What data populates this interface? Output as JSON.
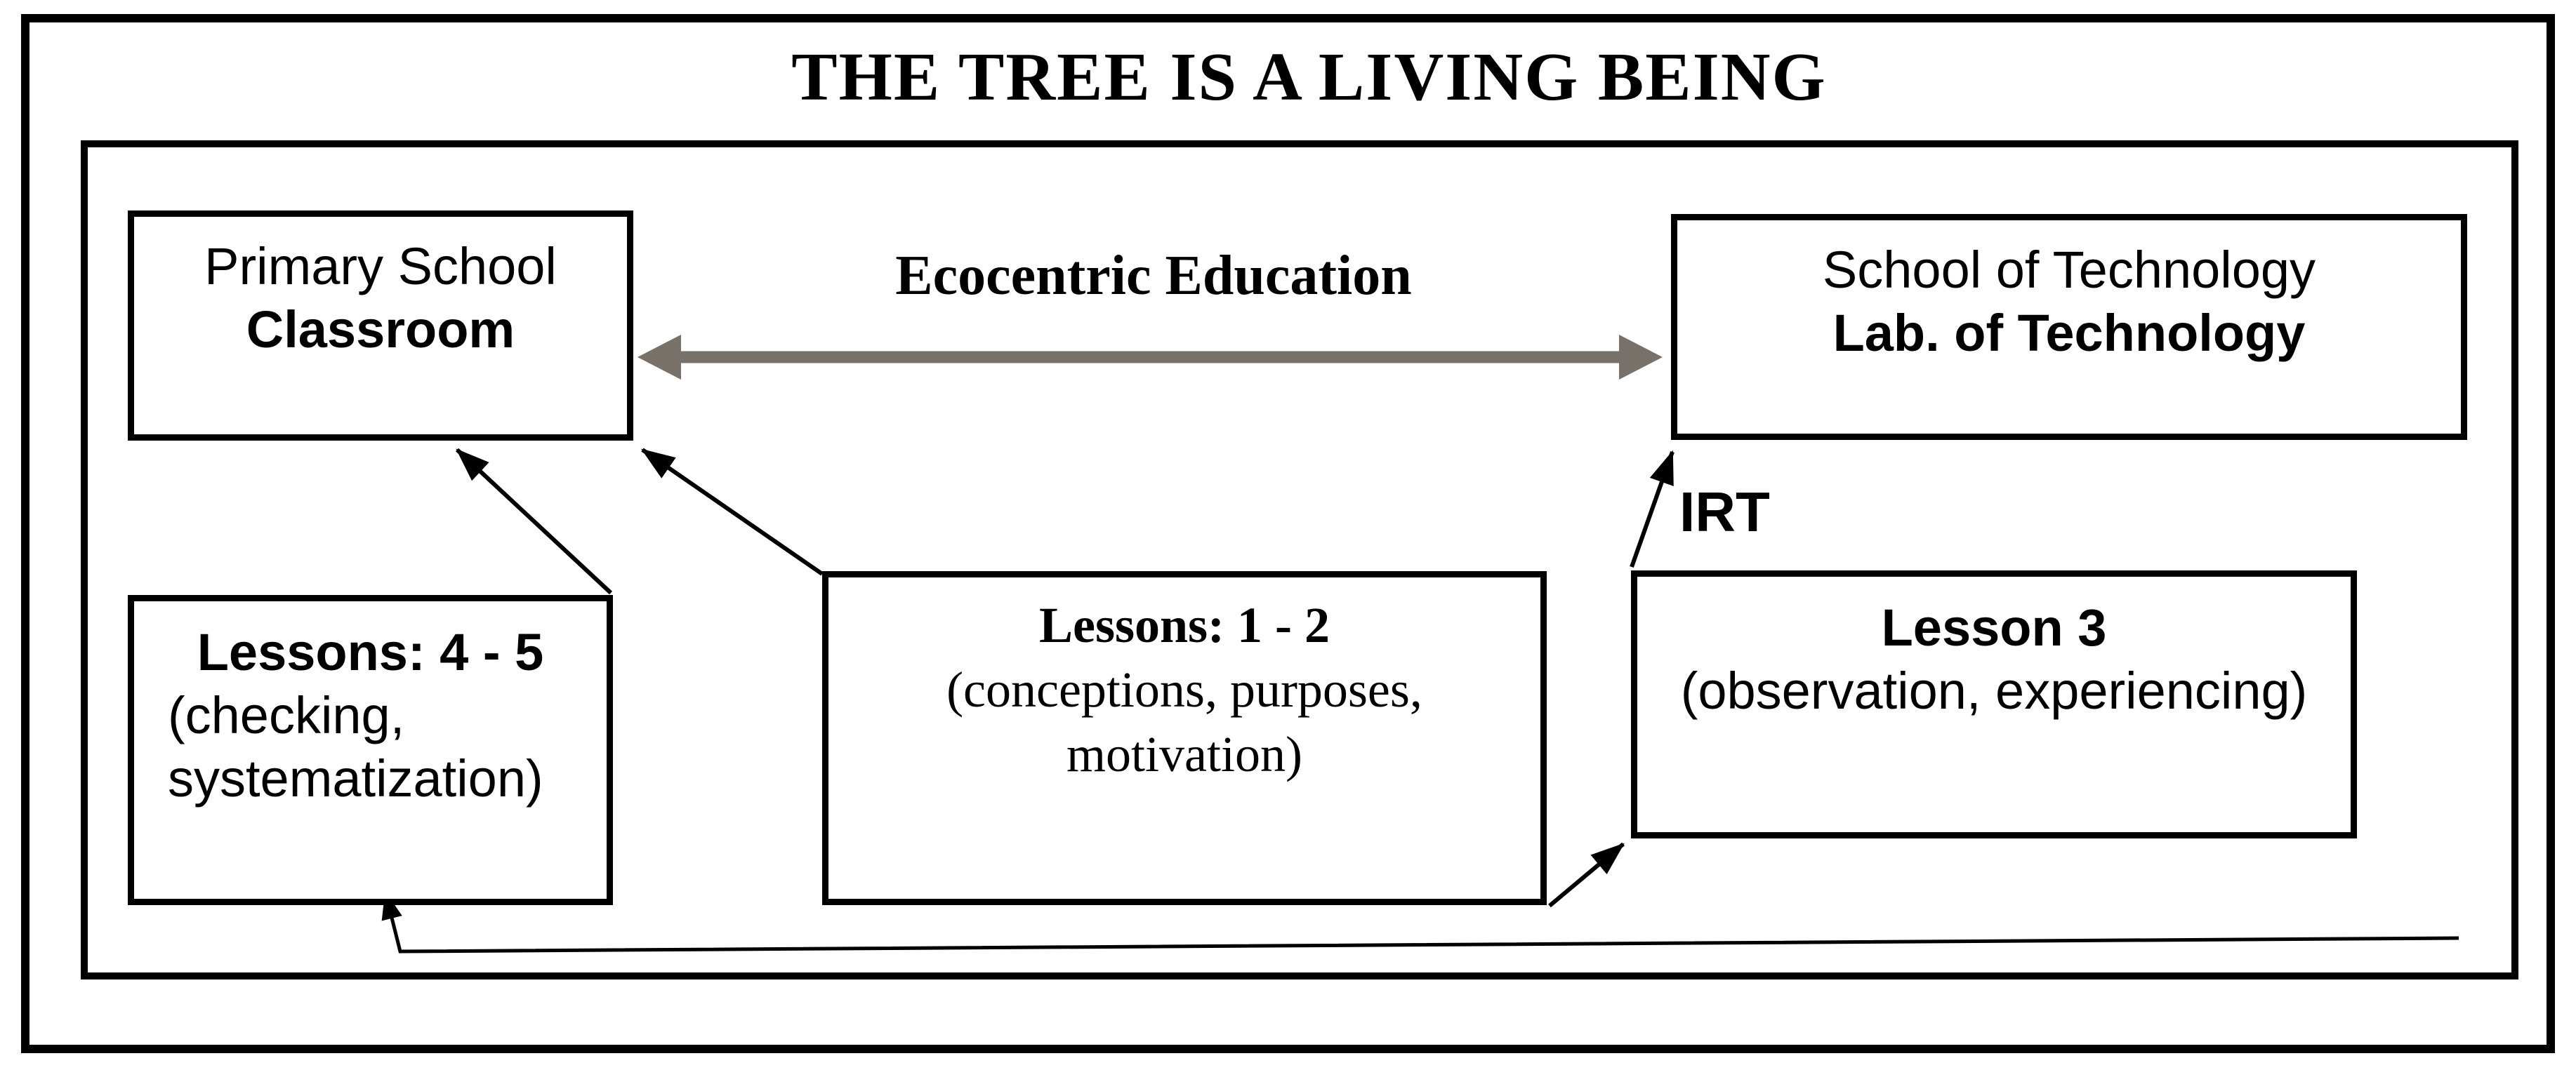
{
  "page": {
    "title": "THE TREE IS A LIVING BEING"
  },
  "labels": {
    "ecocentric_education": "Ecocentric Education",
    "irt": "IRT"
  },
  "boxes": {
    "primary_school": {
      "line1": "Primary School",
      "line2": "Classroom"
    },
    "school_of_technology": {
      "line1": "School of Technology",
      "line2": "Lab. of Technology"
    },
    "lessons_4_5": {
      "title": "Lessons: 4 - 5",
      "detail1": "(checking,",
      "detail2": "systematization)"
    },
    "lessons_1_2": {
      "title": "Lessons: 1 - 2",
      "detail1": "(conceptions, purposes,",
      "detail2": "motivation)"
    },
    "lesson_3": {
      "title": "Lesson 3",
      "detail1": "(observation, experiencing)"
    }
  },
  "colors": {
    "ink": "#000000",
    "connector_gray": "#787169",
    "background": "#ffffff"
  },
  "edges": [
    {
      "name": "ecocentric-bidirectional-arrow",
      "from": "primary_school",
      "to": "school_of_technology",
      "label": "Ecocentric Education",
      "style": "thick-gray-double-headed"
    },
    {
      "name": "lessons-1-2-to-primary-school",
      "from": "lessons_1_2",
      "to": "primary_school",
      "style": "thin-black"
    },
    {
      "name": "lessons-4-5-to-primary-school",
      "from": "lessons_4_5",
      "to": "primary_school",
      "style": "thin-black"
    },
    {
      "name": "lesson-3-to-school-of-technology",
      "from": "lesson_3",
      "to": "school_of_technology",
      "label": "IRT",
      "style": "thin-black"
    },
    {
      "name": "lessons-1-2-to-lesson-3",
      "from": "lessons_1_2",
      "to": "lesson_3",
      "style": "thin-black"
    },
    {
      "name": "feedback-line-to-lessons-4-5",
      "from": "lesson_3_area",
      "to": "lessons_4_5",
      "style": "thin-black-long"
    }
  ]
}
